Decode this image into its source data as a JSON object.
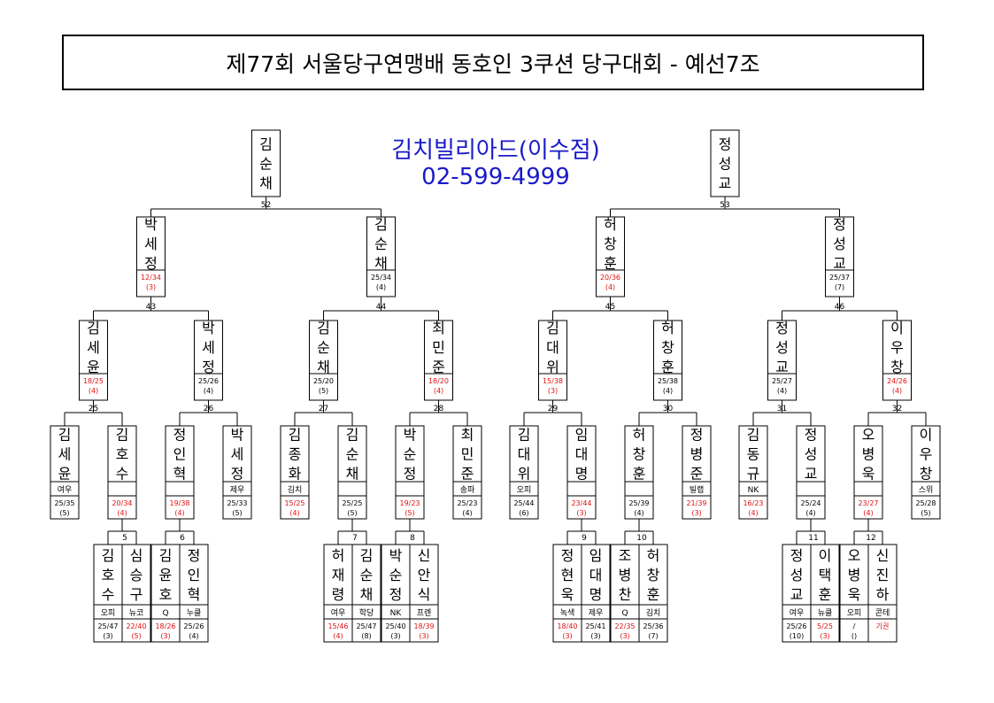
{
  "title": "제77회 서울당구연맹배 동호인 3쿠션 당구대회 - 예선7조",
  "sponsor": {
    "name": "김치빌리아드(이수점)",
    "phone": "02-599-4999"
  },
  "finals": {
    "winners": [
      {
        "name": "김순채"
      },
      {
        "name": "정성교"
      }
    ],
    "matches": [
      {
        "no": "52"
      },
      {
        "no": "53"
      }
    ]
  },
  "round3": {
    "players": [
      {
        "name": "박세정",
        "score": "12/34",
        "inn": "(3)",
        "red": true
      },
      {
        "name": "김순채",
        "score": "25/34",
        "inn": "(4)",
        "red": false
      },
      {
        "name": "허창훈",
        "score": "20/36",
        "inn": "(4)",
        "red": true
      },
      {
        "name": "정성교",
        "score": "25/37",
        "inn": "(7)",
        "red": false
      }
    ],
    "matches": [
      {
        "no": "43"
      },
      {
        "no": "44"
      },
      {
        "no": "45"
      },
      {
        "no": "46"
      }
    ]
  },
  "round2": {
    "players": [
      {
        "name": "김세윤",
        "score": "18/25",
        "inn": "(4)",
        "red": true
      },
      {
        "name": "박세정",
        "score": "25/26",
        "inn": "(4)",
        "red": false
      },
      {
        "name": "김순채",
        "score": "25/20",
        "inn": "(5)",
        "red": false
      },
      {
        "name": "최민준",
        "score": "18/20",
        "inn": "(4)",
        "red": true
      },
      {
        "name": "김대위",
        "score": "15/38",
        "inn": "(3)",
        "red": true
      },
      {
        "name": "허창훈",
        "score": "25/38",
        "inn": "(4)",
        "red": false
      },
      {
        "name": "정성교",
        "score": "25/27",
        "inn": "(4)",
        "red": false
      },
      {
        "name": "이우창",
        "score": "24/26",
        "inn": "(4)",
        "red": true
      }
    ],
    "matches": [
      {
        "no": "25"
      },
      {
        "no": "26"
      },
      {
        "no": "27"
      },
      {
        "no": "28"
      },
      {
        "no": "29"
      },
      {
        "no": "30"
      },
      {
        "no": "31"
      },
      {
        "no": "32"
      }
    ]
  },
  "round1": {
    "players": [
      {
        "name": "김세윤",
        "club": "여우",
        "score": "25/35",
        "inn": "(5)",
        "red": false
      },
      {
        "name": "김호수",
        "club": "",
        "score": "20/34",
        "inn": "(4)",
        "red": true
      },
      {
        "name": "정인혁",
        "club": "",
        "score": "19/38",
        "inn": "(4)",
        "red": true
      },
      {
        "name": "박세정",
        "club": "제우",
        "score": "25/33",
        "inn": "(5)",
        "red": false
      },
      {
        "name": "김종화",
        "club": "김치",
        "score": "15/25",
        "inn": "(4)",
        "red": true
      },
      {
        "name": "김순채",
        "club": "",
        "score": "25/25",
        "inn": "(5)",
        "red": false
      },
      {
        "name": "박순정",
        "club": "",
        "score": "19/23",
        "inn": "(5)",
        "red": true
      },
      {
        "name": "최민준",
        "club": "송파",
        "score": "25/23",
        "inn": "(4)",
        "red": false
      },
      {
        "name": "김대위",
        "club": "오피",
        "score": "25/44",
        "inn": "(6)",
        "red": false
      },
      {
        "name": "임대명",
        "club": "",
        "score": "23/44",
        "inn": "(3)",
        "red": true
      },
      {
        "name": "허창훈",
        "club": "",
        "score": "25/39",
        "inn": "(4)",
        "red": false
      },
      {
        "name": "정병준",
        "club": "빌랩",
        "score": "21/39",
        "inn": "(3)",
        "red": true
      },
      {
        "name": "김동규",
        "club": "NK",
        "score": "16/23",
        "inn": "(4)",
        "red": true
      },
      {
        "name": "정성교",
        "club": "",
        "score": "25/24",
        "inn": "(4)",
        "red": false
      },
      {
        "name": "오병욱",
        "club": "",
        "score": "23/27",
        "inn": "(4)",
        "red": true
      },
      {
        "name": "이우창",
        "club": "스위",
        "score": "25/28",
        "inn": "(5)",
        "red": false
      }
    ]
  },
  "prelim": {
    "matches": [
      {
        "no": "5",
        "players": [
          {
            "name": "김호수",
            "club": "오피",
            "score": "25/47",
            "inn": "(3)",
            "red": false
          },
          {
            "name": "심승구",
            "club": "뉴코",
            "score": "22/40",
            "inn": "(5)",
            "red": true
          }
        ]
      },
      {
        "no": "6",
        "players": [
          {
            "name": "김윤호",
            "club": "Q",
            "score": "18/26",
            "inn": "(3)",
            "red": true
          },
          {
            "name": "정인혁",
            "club": "누클",
            "score": "25/26",
            "inn": "(4)",
            "red": false
          }
        ]
      },
      {
        "no": "7",
        "players": [
          {
            "name": "허재령",
            "club": "여우",
            "score": "15/46",
            "inn": "(4)",
            "red": true
          },
          {
            "name": "김순채",
            "club": "학당",
            "score": "25/47",
            "inn": "(8)",
            "red": false
          }
        ]
      },
      {
        "no": "8",
        "players": [
          {
            "name": "박순정",
            "club": "NK",
            "score": "25/40",
            "inn": "(3)",
            "red": false
          },
          {
            "name": "신안식",
            "club": "프렌",
            "score": "18/39",
            "inn": "(3)",
            "red": true
          }
        ]
      },
      {
        "no": "9",
        "players": [
          {
            "name": "정현욱",
            "club": "녹색",
            "score": "18/40",
            "inn": "(3)",
            "red": true
          },
          {
            "name": "임대명",
            "club": "제우",
            "score": "25/41",
            "inn": "(3)",
            "red": false
          }
        ]
      },
      {
        "no": "10",
        "players": [
          {
            "name": "조병찬",
            "club": "Q",
            "score": "22/35",
            "inn": "(3)",
            "red": true
          },
          {
            "name": "허창훈",
            "club": "김치",
            "score": "25/36",
            "inn": "(7)",
            "red": false
          }
        ]
      },
      {
        "no": "11",
        "players": [
          {
            "name": "정성교",
            "club": "여우",
            "score": "25/26",
            "inn": "(10)",
            "red": false
          },
          {
            "name": "이택훈",
            "club": "뉴클",
            "score": "5/25",
            "inn": "(3)",
            "red": true
          }
        ]
      },
      {
        "no": "12",
        "players": [
          {
            "name": "오병욱",
            "club": "오피",
            "score": "/",
            "inn": "()",
            "red": false
          },
          {
            "name": "신진하",
            "club": "콘테",
            "score": "기권",
            "inn": "",
            "red": true
          }
        ]
      }
    ]
  }
}
